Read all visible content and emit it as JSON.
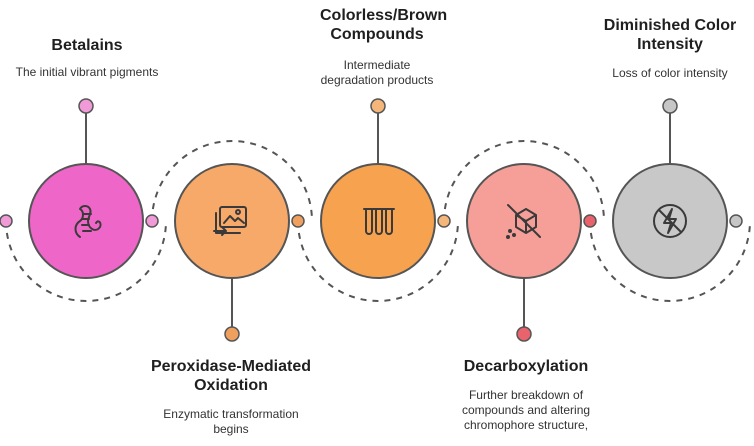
{
  "steps": [
    {
      "title": "Betalains",
      "description": "The initial vibrant pigments",
      "icon": "worm-icon",
      "color": "#ee66c8",
      "dot_color": "#f19ad8"
    },
    {
      "title": "Peroxidase-Mediated Oxidation",
      "description": "Enzymatic transformation begins",
      "icon": "image-transfer-icon",
      "color": "#f7a96a",
      "dot_color": "#f0a05e"
    },
    {
      "title": "Colorless/Brown Compounds",
      "description": "Intermediate degradation products",
      "icon": "test-tubes-icon",
      "color": "#f6a24f",
      "dot_color": "#f5b779"
    },
    {
      "title": "Decarboxylation",
      "description": "Further breakdown of compounds and altering chromophore structure,",
      "icon": "crossed-cube-icon",
      "color": "#f59f98",
      "dot_color": "#e9636c"
    },
    {
      "title": "Diminished Color Intensity",
      "description": "Loss of color intensity",
      "icon": "no-lightning-icon",
      "color": "#c8c8c8",
      "dot_color": "#c6c6c6"
    }
  ]
}
